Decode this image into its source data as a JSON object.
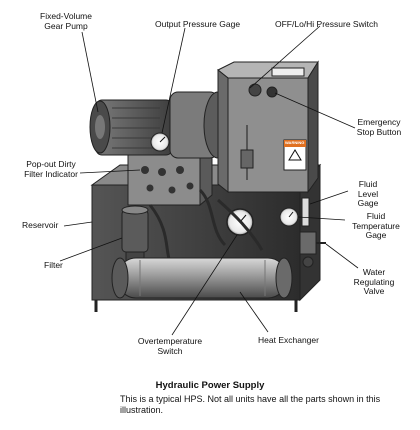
{
  "labels": {
    "gear_pump": [
      "Fixed-Volume",
      "Gear Pump"
    ],
    "output_gage": "Output Pressure Gage",
    "pressure_switch": "OFF/Lo/Hi Pressure Switch",
    "emergency_stop": [
      "Emergency",
      "Stop Button"
    ],
    "filter_indicator": [
      "Pop-out Dirty",
      "Filter Indicator"
    ],
    "fluid_level": [
      "Fluid",
      "Level",
      "Gage"
    ],
    "fluid_temp": [
      "Fluid",
      "Temperature",
      "Gage"
    ],
    "reservoir": "Reservoir",
    "filter": "Filter",
    "water_valve": [
      "Water",
      "Regulating",
      "Valve"
    ],
    "overtemp_switch": [
      "Overtemperature",
      "Switch"
    ],
    "heat_exchanger": "Heat Exchanger"
  },
  "warning_label": "WARNING",
  "caption": {
    "title": "Hydraulic Power Supply",
    "body": "This is a typical HPS. Not all units have all the parts shown in this illustration."
  },
  "colors": {
    "machine_dark": "#3a3a3a",
    "machine_mid": "#6b6b6b",
    "machine_light": "#a8a8a8",
    "warning_orange": "#e07020"
  }
}
